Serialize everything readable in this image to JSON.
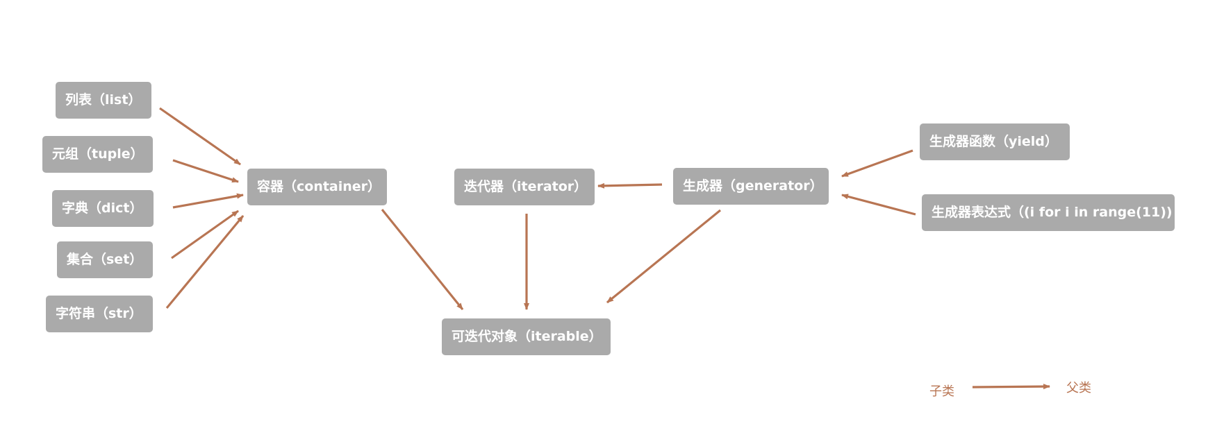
{
  "colors": {
    "node_fill": "#aaaaaa",
    "node_text": "#ffffff",
    "arrow": "#b87553",
    "background": "#ffffff"
  },
  "nodes": {
    "list": "列表（list）",
    "tuple": "元组（tuple）",
    "dict": "字典（dict）",
    "set": "集合（set）",
    "str": "字符串（str）",
    "container": "容器（container）",
    "iterator": "迭代器（iterator）",
    "generator": "生成器（generator）",
    "generator_function": "生成器函数（yield）",
    "generator_expression": "生成器表达式（(i for i in range(11))",
    "iterable": "可迭代对象（iterable）"
  },
  "edges": [
    {
      "from": "list",
      "to": "container"
    },
    {
      "from": "tuple",
      "to": "container"
    },
    {
      "from": "dict",
      "to": "container"
    },
    {
      "from": "set",
      "to": "container"
    },
    {
      "from": "str",
      "to": "container"
    },
    {
      "from": "container",
      "to": "iterable"
    },
    {
      "from": "iterator",
      "to": "iterable"
    },
    {
      "from": "generator",
      "to": "iterable"
    },
    {
      "from": "generator",
      "to": "iterator"
    },
    {
      "from": "generator_function",
      "to": "generator"
    },
    {
      "from": "generator_expression",
      "to": "generator"
    }
  ],
  "legend": {
    "subclass_label": "子类",
    "parent_label": "父类"
  }
}
